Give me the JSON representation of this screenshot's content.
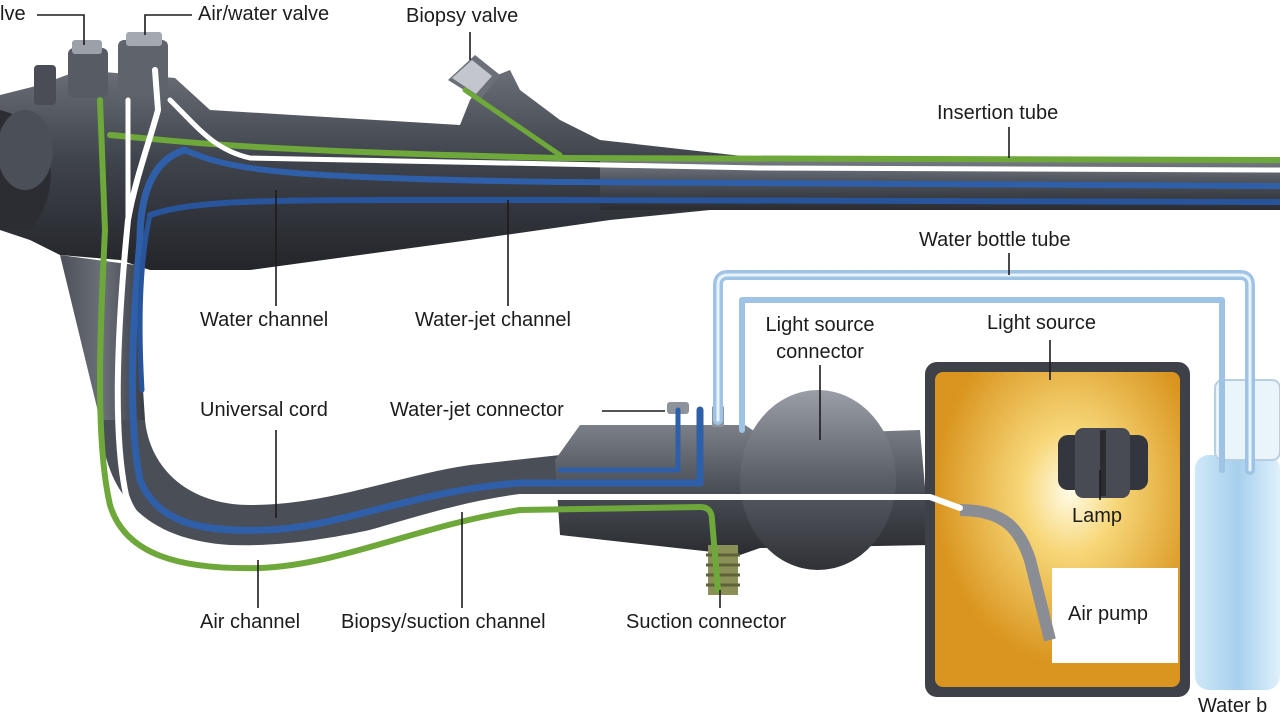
{
  "labels": {
    "valve_partial": "lve",
    "air_water_valve": "Air/water valve",
    "biopsy_valve": "Biopsy valve",
    "insertion_tube": "Insertion tube",
    "water_bottle_tube": "Water bottle tube",
    "water_channel": "Water channel",
    "water_jet_channel": "Water-jet channel",
    "light_source_connector": "Light source\nconnector",
    "light_source": "Light source",
    "universal_cord": "Universal cord",
    "water_jet_connector": "Water-jet connector",
    "lamp": "Lamp",
    "air_pump": "Air pump",
    "air_channel": "Air channel",
    "biopsy_suction_channel": "Biopsy/suction channel",
    "suction_connector": "Suction connector",
    "water_bottle_partial": "Water b"
  },
  "colors": {
    "body_dark": "#3a3d44",
    "body_mid": "#5b5f68",
    "air_channel": "#6fa83a",
    "water_channel": "#2f5fa8",
    "white_channel": "#ffffff",
    "light_source_box": "#e2a12a",
    "water_bottle": "#a9d2ee"
  }
}
